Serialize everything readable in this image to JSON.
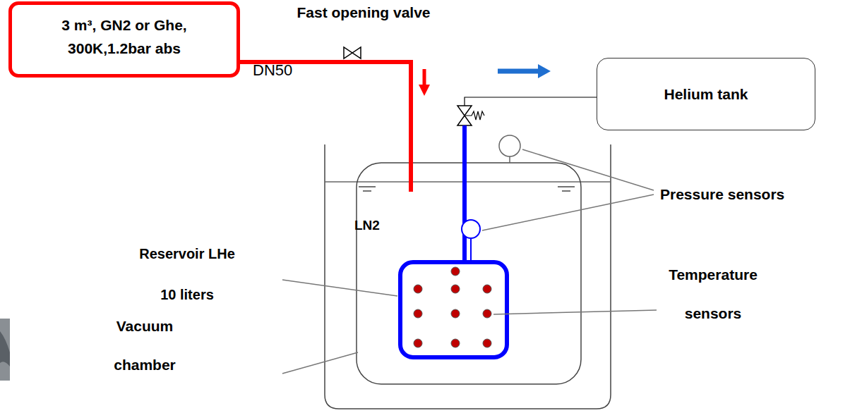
{
  "diagram": {
    "nodes": [
      {
        "text": [
          "3 m³, GN2 or Ghe, 300K,1.2bar abs"
        ]
      },
      {
        "text": [
          "Helium tank"
        ]
      }
    ],
    "labels": [
      "Fast opening valve",
      "DN50",
      "LN2",
      "Pressure sensors",
      "Reservoir LHe",
      "10 liters",
      "Temperature sensors",
      "Vacuum chamber"
    ]
  }
}
